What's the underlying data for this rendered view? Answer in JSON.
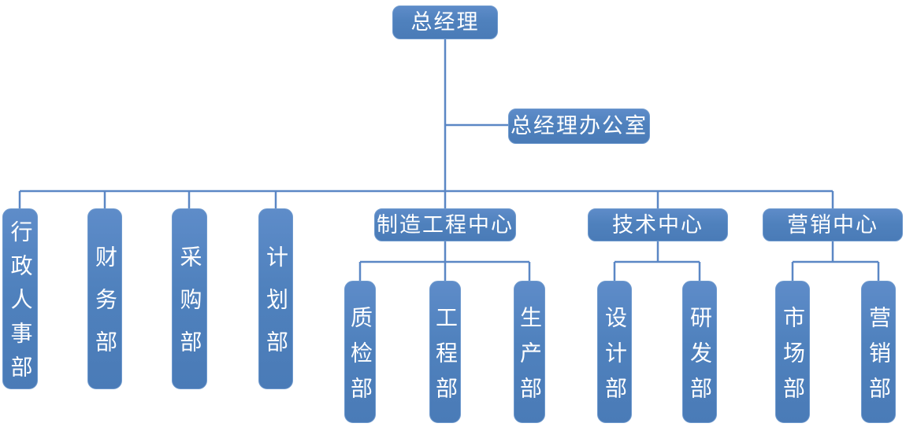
{
  "colors": {
    "node_fill": "#4f81bd",
    "node_border": "#6f9ace",
    "connector": "#5b87c5",
    "text": "#ffffff",
    "background": "#ffffff"
  },
  "org_chart": {
    "root": {
      "label": "总经理"
    },
    "office": {
      "label": "总经理办公室"
    },
    "departments": [
      {
        "label": "行政人事部"
      },
      {
        "label": "财务部"
      },
      {
        "label": "采购部"
      },
      {
        "label": "计划部"
      }
    ],
    "centers": [
      {
        "label": "制造工程中心",
        "children": [
          {
            "label": "质检部"
          },
          {
            "label": "工程部"
          },
          {
            "label": "生产部"
          }
        ]
      },
      {
        "label": "技术中心",
        "children": [
          {
            "label": "设计部"
          },
          {
            "label": "研发部"
          }
        ]
      },
      {
        "label": "营销中心",
        "children": [
          {
            "label": "市场部"
          },
          {
            "label": "营销部"
          }
        ]
      }
    ]
  }
}
